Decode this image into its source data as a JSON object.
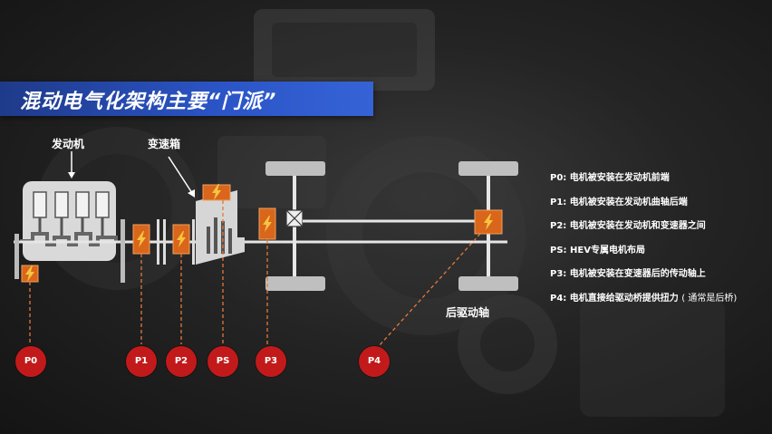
{
  "title": "混动电气化架构主要“门派”",
  "labels": {
    "engine": "发动机",
    "gearbox": "变速箱",
    "rear_axle": "后驱动轴"
  },
  "markers": [
    {
      "id": "P0",
      "label": "P0"
    },
    {
      "id": "P1",
      "label": "P1"
    },
    {
      "id": "P2",
      "label": "P2"
    },
    {
      "id": "PS",
      "label": "PS"
    },
    {
      "id": "P3",
      "label": "P3"
    },
    {
      "id": "P4",
      "label": "P4"
    }
  ],
  "legend": [
    {
      "key": "P0:",
      "text": "电机被安装在发动机前端"
    },
    {
      "key": "P1:",
      "text": "电机被安装在发动机曲轴后端"
    },
    {
      "key": "P2:",
      "text": "电机被安装在发动机和变速器之间"
    },
    {
      "key": "PS:",
      "text": "HEV专属电机布局"
    },
    {
      "key": "P3:",
      "text": "电机被安装在变速器后的传动轴上"
    },
    {
      "key": "P4:",
      "text": "电机直接给驱动桥提供扭力",
      "note": "( 通常是后桥)"
    }
  ],
  "colors": {
    "title_bar": "#2b55c7",
    "motor_box": "#d9661a",
    "marker": "#c21a1a",
    "dashed_line": "#e07a3a"
  }
}
